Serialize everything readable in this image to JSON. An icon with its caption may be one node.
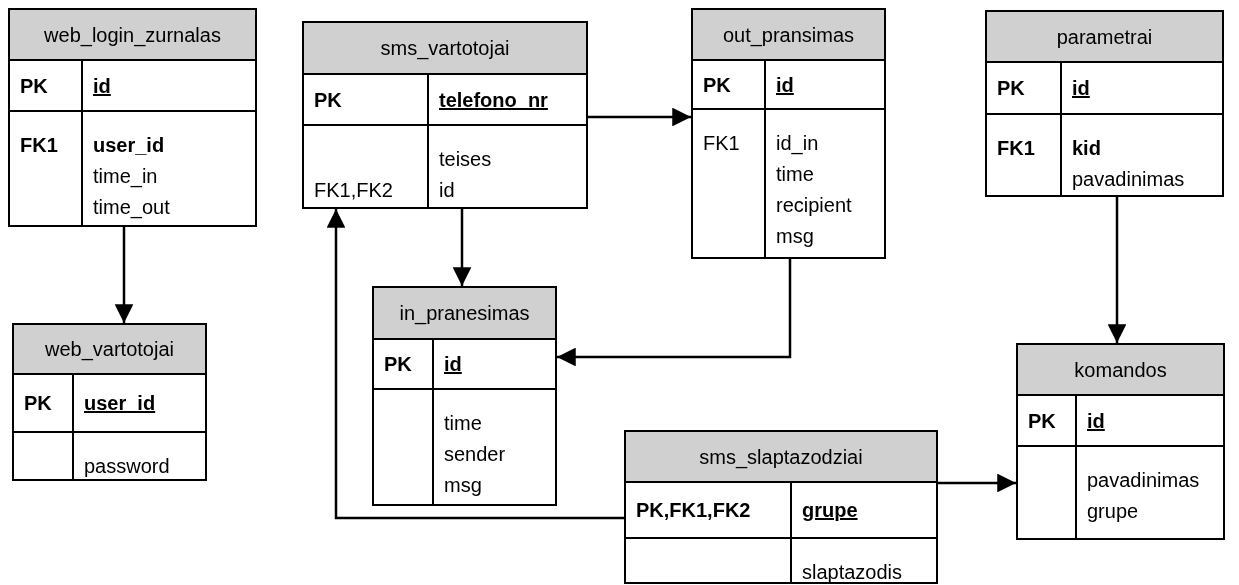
{
  "diagram": {
    "nodes": [
      {
        "text": [
          "web_login_zurnalas"
        ]
      },
      {
        "text": [
          "PK"
        ],
        "in": 0
      },
      {
        "text": [
          "id"
        ],
        "in": 0
      },
      {
        "text": [
          "**FK1**"
        ],
        "in": 0
      },
      {
        "text": [
          "**user_id** time_in time_out"
        ],
        "in": 0
      },
      {
        "text": [
          "sms_vartotojai"
        ]
      },
      {
        "text": [
          "PK"
        ],
        "in": 5
      },
      {
        "text": [
          "telefono_nr"
        ],
        "in": 5
      },
      {
        "text": [
          "FK1,FK2"
        ],
        "in": 5
      },
      {
        "text": [
          "teises id"
        ],
        "in": 5
      },
      {
        "text": [
          "out_pransimas"
        ]
      },
      {
        "text": [
          "PK"
        ],
        "in": 10
      },
      {
        "text": [
          "id"
        ],
        "in": 10
      },
      {
        "text": [
          "FK1"
        ],
        "in": 10
      },
      {
        "text": [
          "id_in time recipient msg"
        ],
        "in": 10
      },
      {
        "text": [
          "parametrai"
        ]
      },
      {
        "text": [
          "PK"
        ],
        "in": 15
      },
      {
        "text": [
          "id"
        ],
        "in": 15
      },
      {
        "text": [
          "**FK1**"
        ],
        "in": 15
      },
      {
        "text": [
          "**kid** pavadinimas"
        ],
        "in": 15
      },
      {
        "text": [
          "web_vartotojai"
        ]
      },
      {
        "text": [
          "PK"
        ],
        "in": 20
      },
      {
        "text": [
          "user_id"
        ],
        "in": 20
      },
      {
        "text": [],
        "shape": "box",
        "in": 20
      },
      {
        "text": [
          "password"
        ],
        "in": 20
      },
      {
        "text": [
          "in_pranesimas"
        ]
      },
      {
        "text": [
          "PK"
        ],
        "in": 25
      },
      {
        "text": [
          "id"
        ],
        "in": 25
      },
      {
        "text": [],
        "shape": "box",
        "in": 25
      },
      {
        "text": [
          "time sender msg"
        ],
        "in": 25
      },
      {
        "text": [
          "sms_slaptazodziai"
        ]
      },
      {
        "text": [
          "PK,FK1,FK2"
        ],
        "in": 30
      },
      {
        "text": [
          "grupe"
        ],
        "in": 30
      },
      {
        "text": [],
        "shape": "box",
        "in": 30
      },
      {
        "text": [
          "slaptazodis"
        ],
        "in": 30
      },
      {
        "text": [
          "komandos"
        ]
      },
      {
        "text": [
          "PK"
        ],
        "in": 35
      },
      {
        "text": [
          "id"
        ],
        "in": 35
      },
      {
        "text": [],
        "shape": "box",
        "in": 35
      },
      {
        "text": [
          "pavadinimas grupe"
        ],
        "in": 35
      }
    ],
    "edges": [
      {
        "from": 0,
        "to": 20,
        "arrow": "to"
      },
      {
        "from": 5,
        "to": 10,
        "arrow": "to"
      },
      {
        "from": 5,
        "to": 25,
        "arrow": "to"
      },
      {
        "from": 10,
        "to": 25,
        "arrow": "to"
      },
      {
        "from": 15,
        "to": 35,
        "arrow": "to"
      },
      {
        "from": 30,
        "to": 35,
        "arrow": "to"
      },
      {
        "from": 30,
        "to": 5,
        "arrow": "to"
      }
    ]
  }
}
